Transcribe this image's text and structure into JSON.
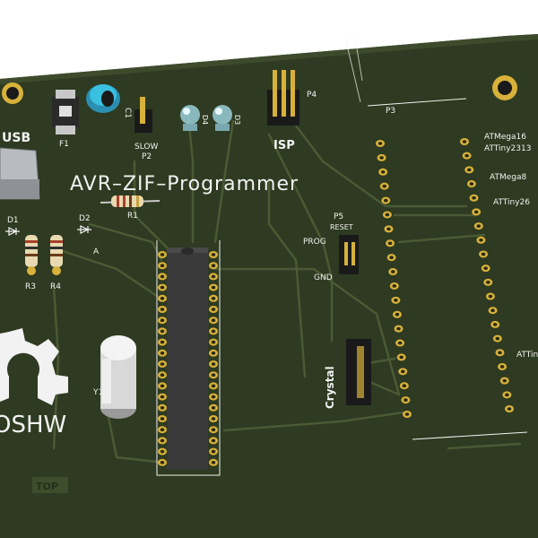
{
  "board": {
    "title": "AVR–ZIF–Programmer",
    "usb": "USB",
    "isp": "ISP",
    "slow": "SLOW",
    "p2": "P2",
    "p4": "P4",
    "p3": "P3",
    "p5": "P5",
    "f1": "F1",
    "c1": "C1",
    "r1": "R1",
    "r3": "R3",
    "r4": "R4",
    "d1": "D1",
    "d2": "D2",
    "d3": "D3",
    "d4": "D4",
    "a_label": "A",
    "reset": "RESET",
    "prog": "PROG",
    "gnd": "GND",
    "crystal": "Crystal",
    "y1": "Y1",
    "oshw": "OSHW",
    "top": "TOP",
    "target_labels": [
      "ATMega16",
      "ATTiny2313",
      "ATMega8",
      "ATTiny26",
      "ATTiny"
    ]
  },
  "colors": {
    "pcb": "#2e3a21",
    "pcb_edge": "#1d2614",
    "trace": "#4a5a34",
    "silk": "#f2f2f2",
    "gold": "#d7b13a",
    "ic": "#3a3a3a"
  }
}
